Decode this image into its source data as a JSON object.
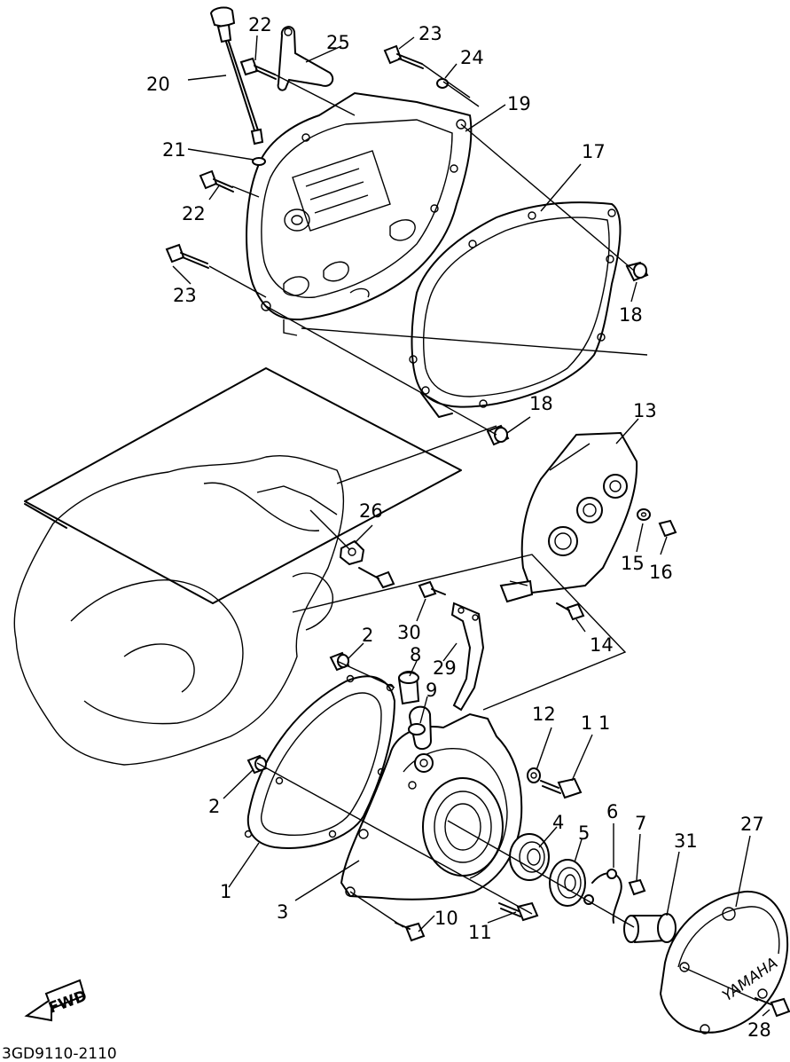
{
  "diagram_code": "3GD9110-2110",
  "fwd_label": "FWD",
  "logo_text": "YAMAHA",
  "callouts": [
    {
      "id": "c22a",
      "text": "22"
    },
    {
      "id": "c25",
      "text": "25"
    },
    {
      "id": "c23a",
      "text": "23"
    },
    {
      "id": "c24",
      "text": "24"
    },
    {
      "id": "c20",
      "text": "20"
    },
    {
      "id": "c19",
      "text": "19"
    },
    {
      "id": "c21",
      "text": "21"
    },
    {
      "id": "c17",
      "text": "17"
    },
    {
      "id": "c22b",
      "text": "22"
    },
    {
      "id": "c23b",
      "text": "23"
    },
    {
      "id": "c18a",
      "text": "18"
    },
    {
      "id": "c18b",
      "text": "18"
    },
    {
      "id": "c13",
      "text": "13"
    },
    {
      "id": "c26",
      "text": "26"
    },
    {
      "id": "c15",
      "text": "15"
    },
    {
      "id": "c16",
      "text": "16"
    },
    {
      "id": "c14",
      "text": "14"
    },
    {
      "id": "c2a",
      "text": "2"
    },
    {
      "id": "c30",
      "text": "30"
    },
    {
      "id": "c8",
      "text": "8"
    },
    {
      "id": "c29",
      "text": "29"
    },
    {
      "id": "c9",
      "text": "9"
    },
    {
      "id": "c12",
      "text": "12"
    },
    {
      "id": "c11a",
      "text": "1 1"
    },
    {
      "id": "c2b",
      "text": "2"
    },
    {
      "id": "c4",
      "text": "4"
    },
    {
      "id": "c5",
      "text": "5"
    },
    {
      "id": "c6",
      "text": "6"
    },
    {
      "id": "c7",
      "text": "7"
    },
    {
      "id": "c31",
      "text": "31"
    },
    {
      "id": "c27",
      "text": "27"
    },
    {
      "id": "c1",
      "text": "1"
    },
    {
      "id": "c3",
      "text": "3"
    },
    {
      "id": "c10",
      "text": "10"
    },
    {
      "id": "c11b",
      "text": "11"
    },
    {
      "id": "c28",
      "text": "28"
    }
  ]
}
